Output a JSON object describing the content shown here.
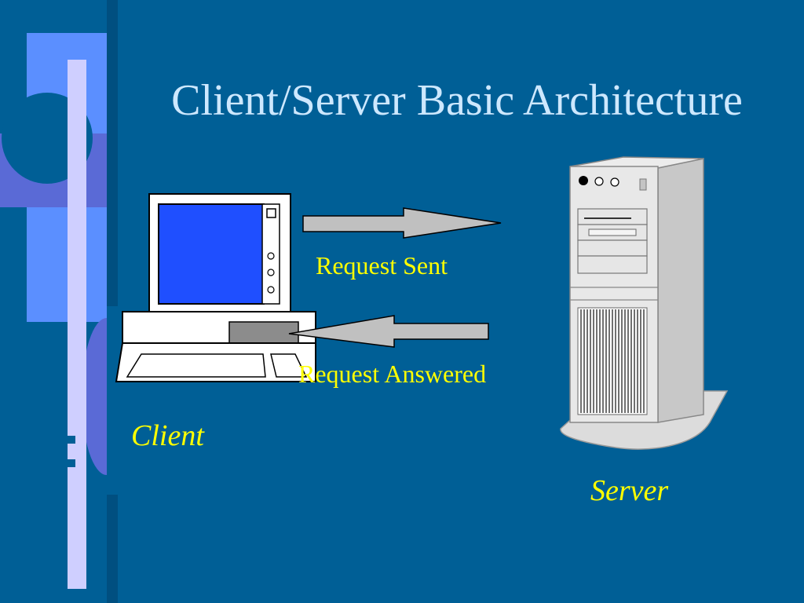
{
  "title": "Client/Server Basic Architecture",
  "labels": {
    "request_sent": "Request Sent",
    "request_answered": "Request Answered",
    "client": "Client",
    "server": "Server"
  },
  "colors": {
    "background": "#005f96",
    "title": "#cde8ff",
    "label": "#ffff00",
    "screen": "#1f4fff",
    "arrow": "#c0c0c0",
    "tower": "#e4e4e4"
  }
}
